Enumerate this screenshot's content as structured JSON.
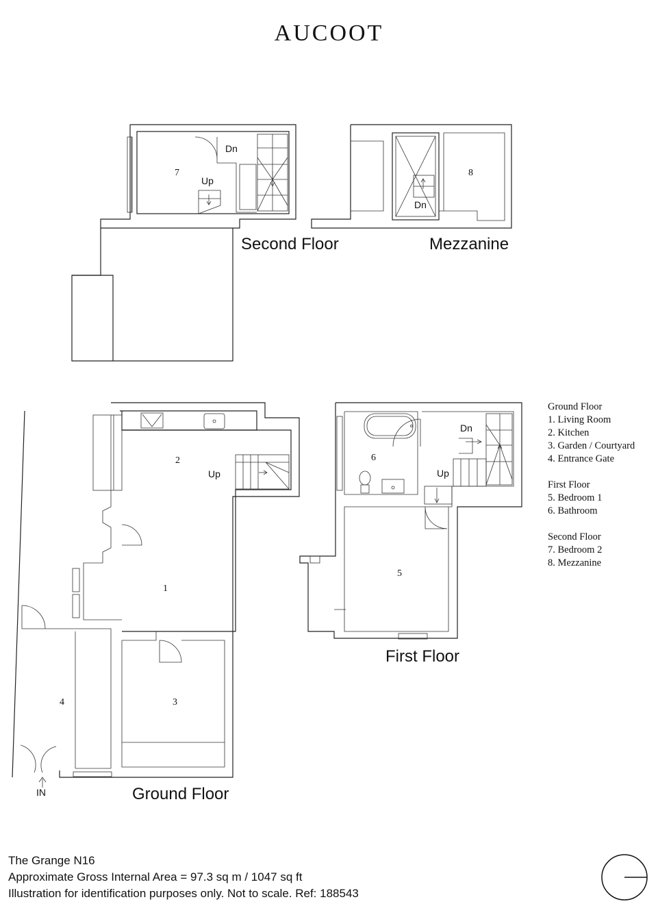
{
  "brand": "AUCOOT",
  "floors": {
    "second": "Second Floor",
    "mezzanine": "Mezzanine",
    "ground": "Ground Floor",
    "first": "First Floor"
  },
  "room_numbers": {
    "r1": "1",
    "r2": "2",
    "r3": "3",
    "r4": "4",
    "r5": "5",
    "r6": "6",
    "r7": "7",
    "r8": "8"
  },
  "stair_labels": {
    "up": "Up",
    "dn": "Dn",
    "in": "IN"
  },
  "legend": [
    {
      "heading": "Ground Floor",
      "items": [
        "1. Living Room",
        "2. Kitchen",
        "3. Garden / Courtyard",
        "4. Entrance Gate"
      ]
    },
    {
      "heading": "First Floor",
      "items": [
        "5. Bedroom 1",
        "6. Bathroom"
      ]
    },
    {
      "heading": "Second Floor",
      "items": [
        "7. Bedroom 2",
        "8. Mezzanine"
      ]
    }
  ],
  "footer": {
    "property": "The Grange N16",
    "area": "Approximate Gross Internal Area = 97.3 sq m / 1047 sq ft",
    "disclaimer": "Illustration for identification purposes only. Not to scale. Ref: 188543"
  }
}
